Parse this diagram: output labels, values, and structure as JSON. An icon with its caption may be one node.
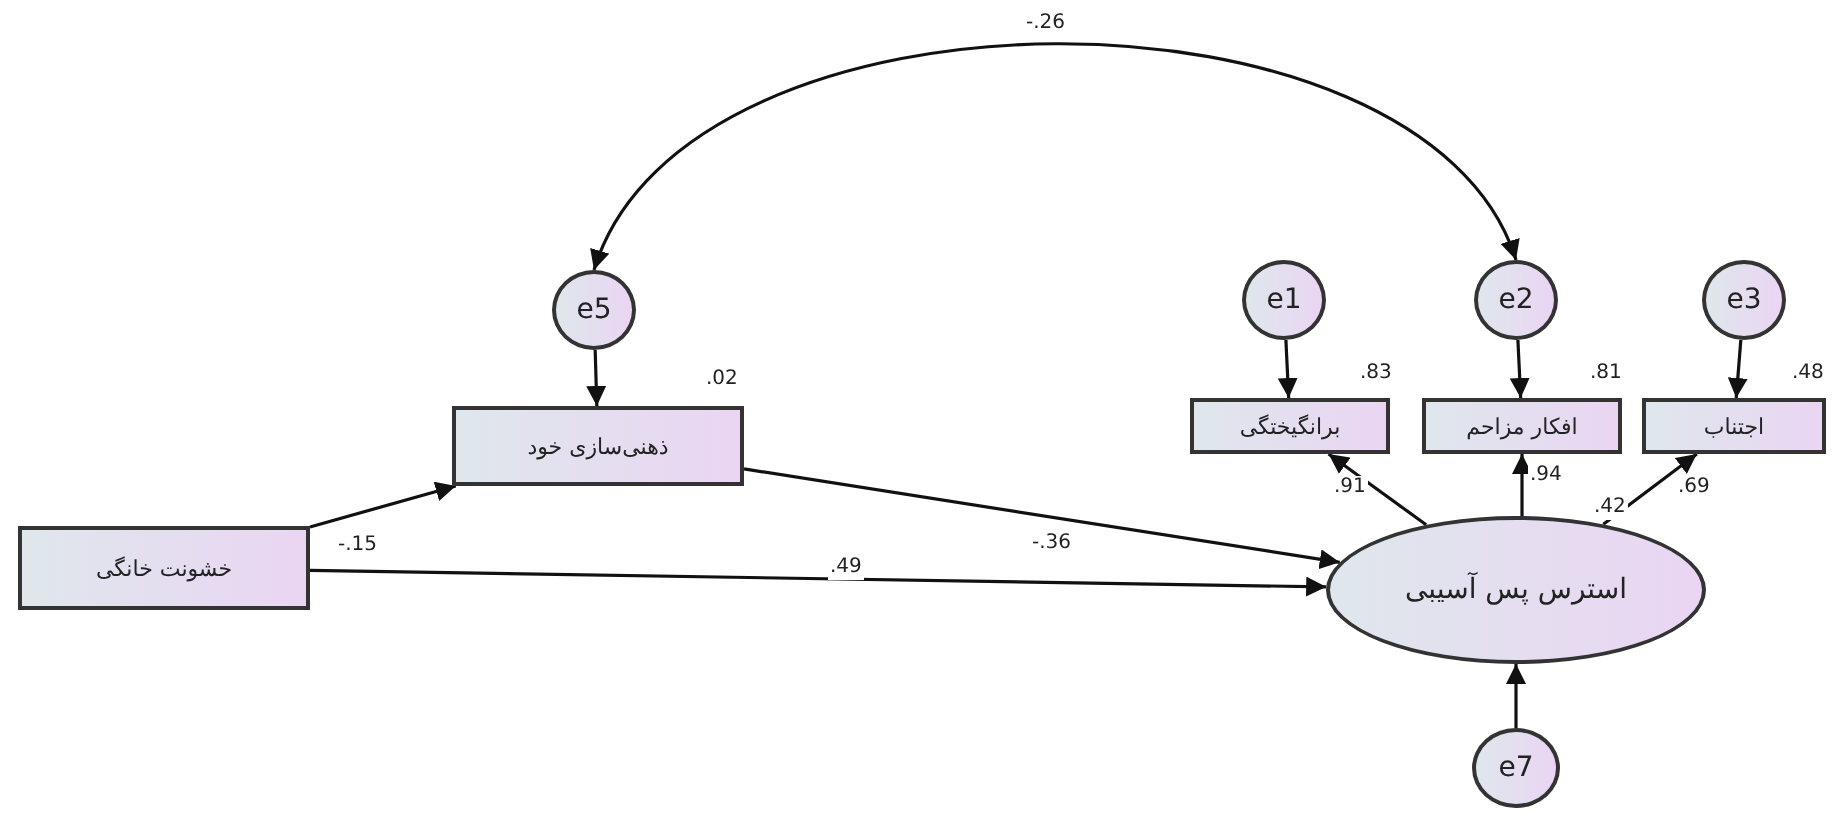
{
  "diagram": {
    "nodes": [
      {
        "text": [
          "e5"
        ]
      },
      {
        "text": [
          "e1"
        ]
      },
      {
        "text": [
          "e2"
        ]
      },
      {
        "text": [
          "e3"
        ]
      },
      {
        "text": [
          "ذهنی‌سازی خود"
        ],
        "beside": [
          ".02"
        ]
      },
      {
        "text": [
          "خشونت خانگی"
        ]
      },
      {
        "text": [
          "برانگیختگی"
        ],
        "beside": [
          ".83"
        ]
      },
      {
        "text": [
          "افکار مزاحم"
        ],
        "beside": [
          ".81"
        ]
      },
      {
        "text": [
          "اجتناب"
        ],
        "beside": [
          ".48"
        ]
      },
      {
        "text": [
          "استرس پس آسیبی"
        ],
        "beside": [
          ".42"
        ]
      },
      {
        "text": [
          "e7"
        ]
      }
    ],
    "edges": [
      {
        "from": 0,
        "to": 4,
        "arrow": "to"
      },
      {
        "from": 1,
        "to": 6,
        "arrow": "to"
      },
      {
        "from": 2,
        "to": 7,
        "arrow": "to"
      },
      {
        "from": 3,
        "to": 8,
        "arrow": "to"
      },
      {
        "from": 5,
        "to": 4,
        "arrow": "to",
        "label": "-.15"
      },
      {
        "from": 5,
        "to": 9,
        "arrow": "to",
        "label": ".49"
      },
      {
        "from": 4,
        "to": 9,
        "arrow": "to",
        "label": "-.36"
      },
      {
        "from": 9,
        "to": 6,
        "arrow": "to",
        "label": ".91"
      },
      {
        "from": 9,
        "to": 7,
        "arrow": "to",
        "label": ".94"
      },
      {
        "from": 9,
        "to": 8,
        "arrow": "to",
        "label": ".69"
      },
      {
        "from": 10,
        "to": 9,
        "arrow": "to"
      },
      {
        "from": 0,
        "to": 2,
        "arrow": "both",
        "label": "-.26"
      }
    ]
  }
}
